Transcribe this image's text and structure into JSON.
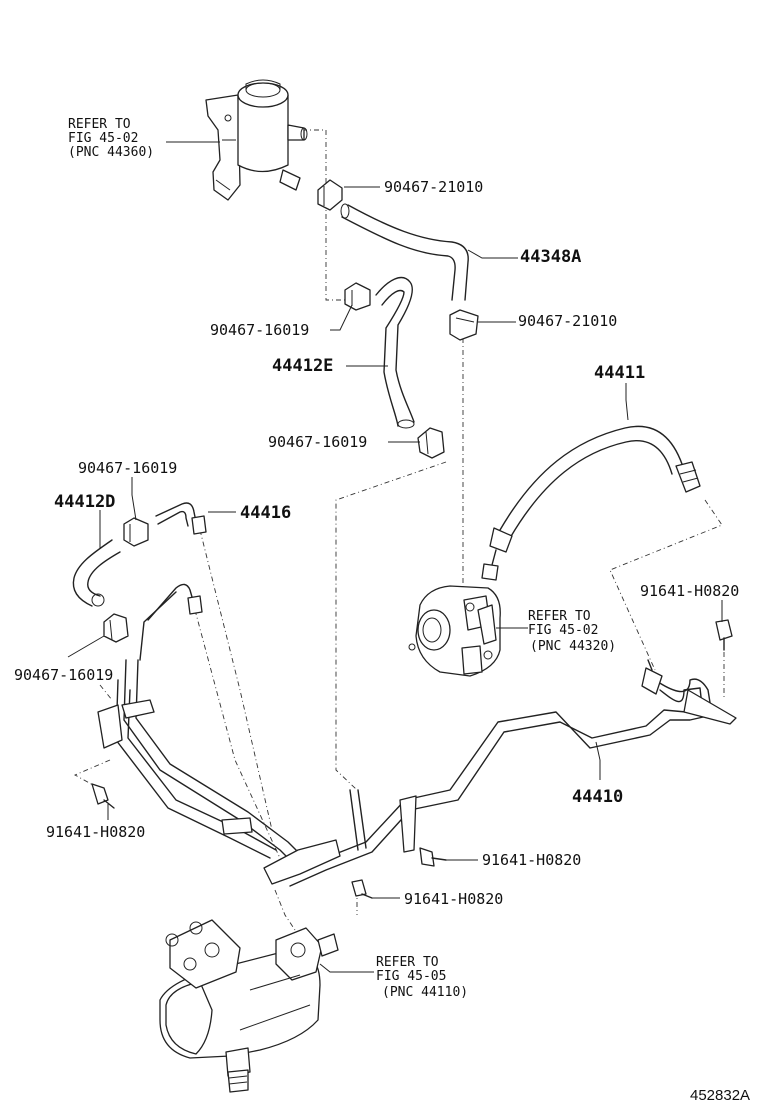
{
  "diagram": {
    "labels": {
      "refer_reservoir": [
        "REFER TO",
        "FIG 45-02",
        "(PNC 44360)"
      ],
      "refer_pump": [
        "REFER TO",
        "FIG 45-02",
        "(PNC 44320)"
      ],
      "refer_gear": [
        "REFER TO",
        "FIG 45-05",
        "(PNC 44110)"
      ],
      "clamp_top": "90467-21010",
      "hose_44348a": "44348A",
      "clamp_right": "90467-21010",
      "clamp_16019_a": "90467-16019",
      "hose_44412e": "44412E",
      "clamp_16019_b": "90467-16019",
      "hose_44411": "44411",
      "clamp_16019_c": "90467-16019",
      "hose_44412d": "44412D",
      "tube_44416": "44416",
      "bolt_right": "91641-H0820",
      "clamp_16019_d": "90467-16019",
      "tube_44410": "44410",
      "bolt_left": "91641-H0820",
      "bolt_center": "91641-H0820",
      "bolt_lower": "91641-H0820",
      "diagram_id": "452832A"
    }
  }
}
